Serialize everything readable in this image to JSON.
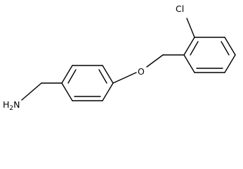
{
  "molecule": {
    "atoms": {
      "amine": "NH2",
      "amine_main": "H",
      "amine_sub": "2",
      "amine_tail": "N",
      "oxygen": "O",
      "chlorine": "Cl"
    }
  }
}
